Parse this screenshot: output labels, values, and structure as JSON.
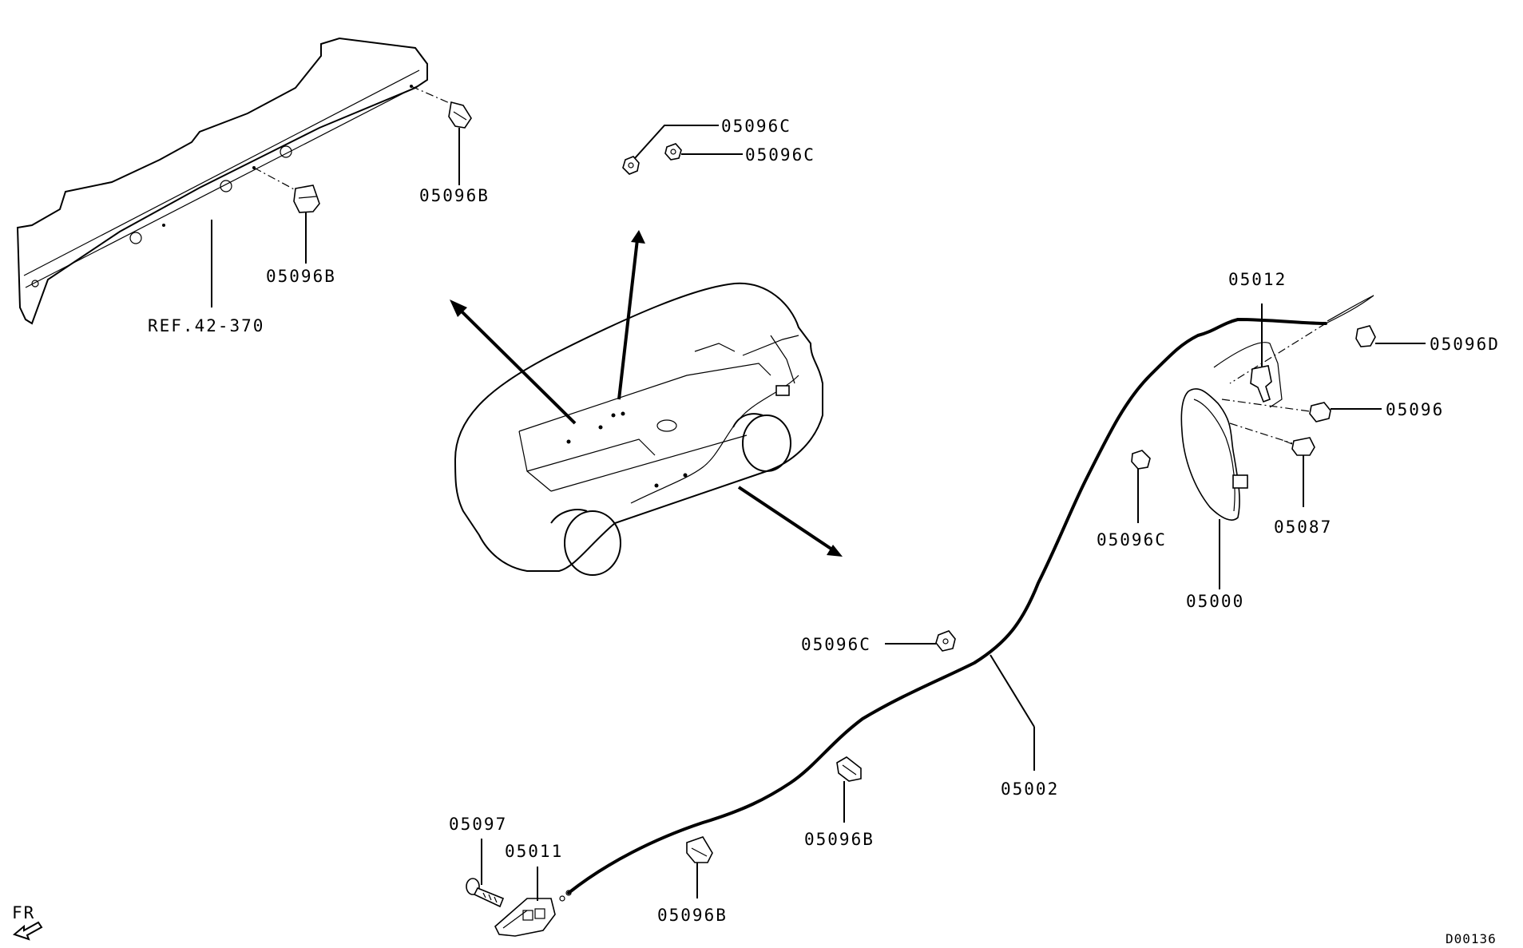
{
  "labels": {
    "c_top1": "05096C",
    "c_top2": "05096C",
    "b_sill_right": "05096B",
    "b_sill_mid": "05096B",
    "ref_sill": "REF.42-370",
    "lever_bracket": "05012",
    "clip_d": "05096D",
    "clip_plain": "05096",
    "screw": "05087",
    "clip_c_right": "05096C",
    "lid": "05000",
    "clip_c_mid": "05096C",
    "cable": "05002",
    "b_lower_right": "05096B",
    "b_lower_left": "05096B",
    "bolt": "05097",
    "handle": "05011"
  },
  "direction": "FR",
  "figure_code": "D00136"
}
